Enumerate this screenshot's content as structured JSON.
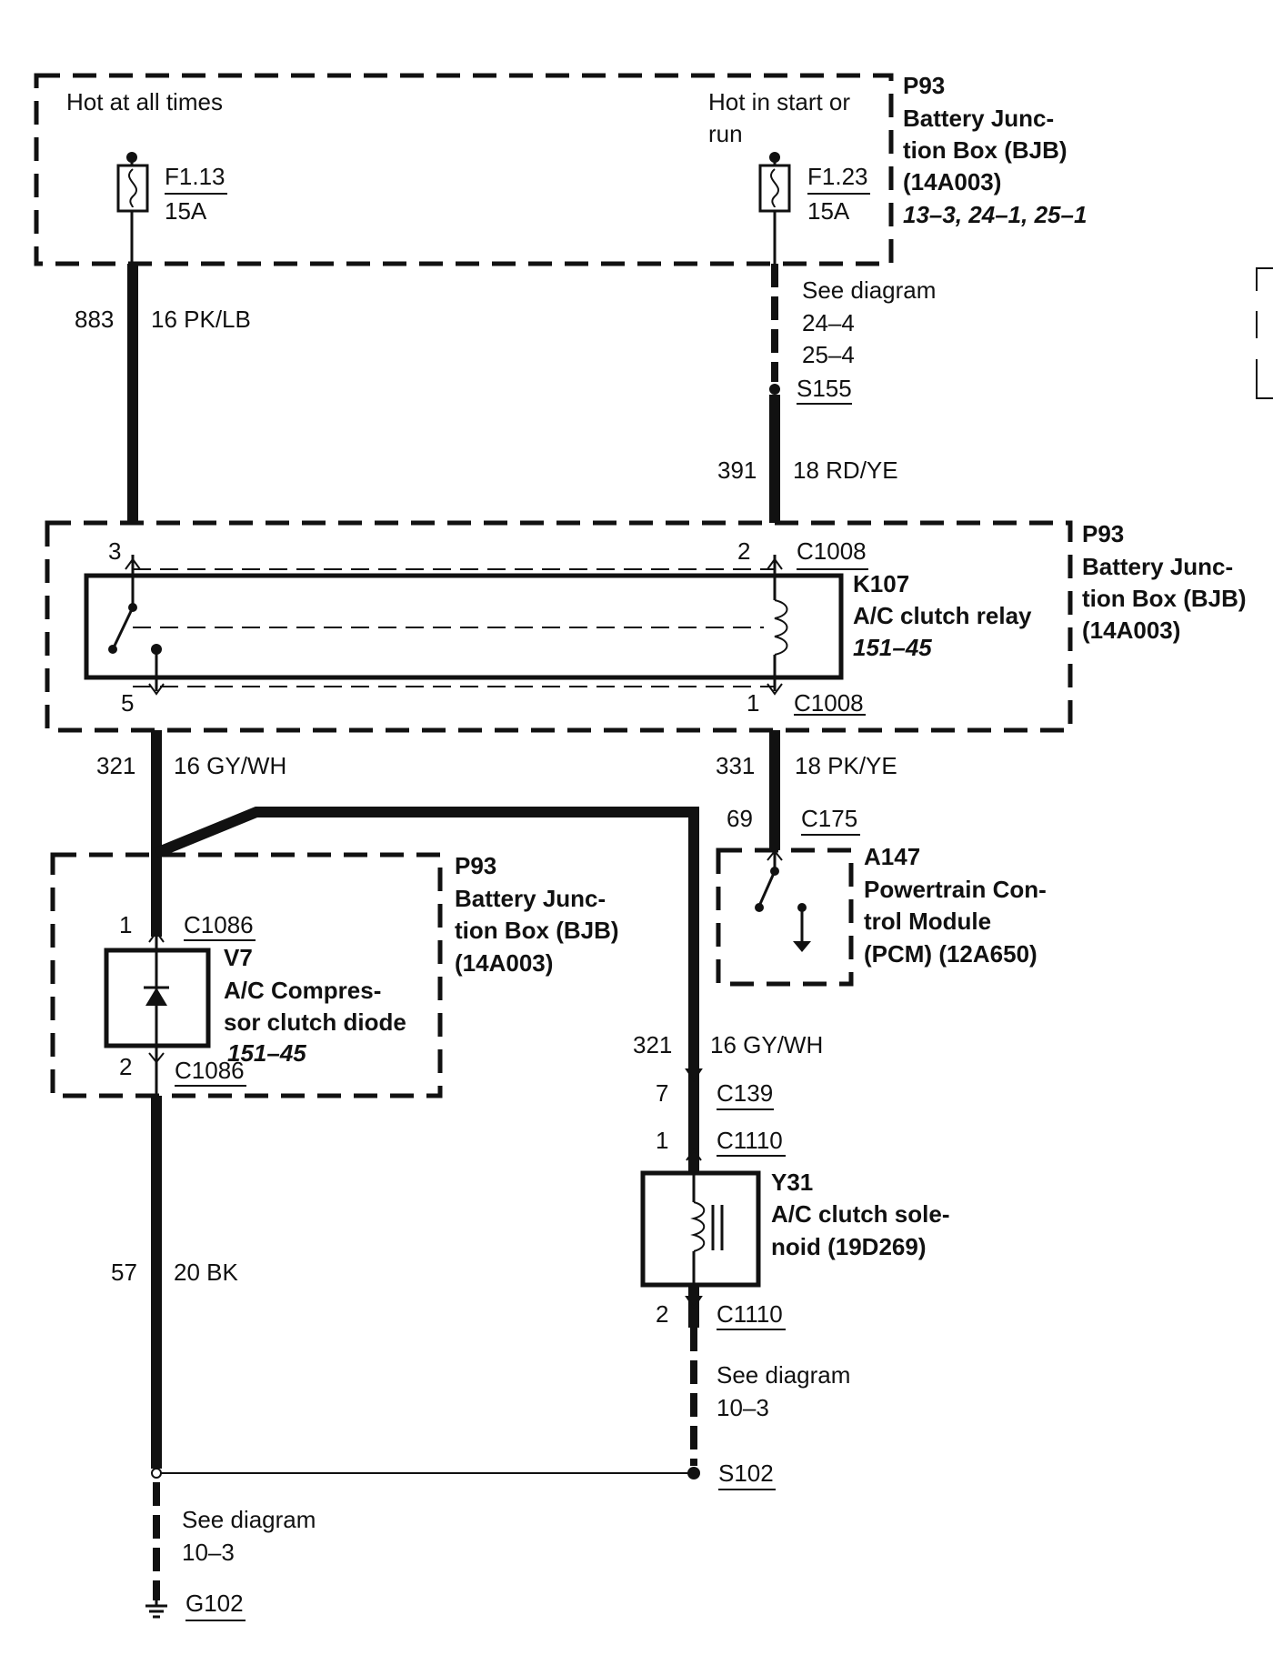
{
  "bjb_top": {
    "id": "P93",
    "name_lines": [
      "Battery Junc-",
      "tion Box (BJB)",
      "(14A003)"
    ],
    "ref": "13–3, 24–1, 25–1",
    "hot_left": "Hot at all times",
    "hot_right_lines": [
      "Hot in start or",
      "run"
    ],
    "fuse_left": {
      "id": "F1.13",
      "rating": "15A"
    },
    "fuse_right": {
      "id": "F1.23",
      "rating": "15A"
    }
  },
  "wires": {
    "w883": {
      "circuit": "883",
      "spec": "16 PK/LB"
    },
    "w391": {
      "circuit": "391",
      "spec": "18 RD/YE"
    },
    "w321a": {
      "circuit": "321",
      "spec": "16 GY/WH"
    },
    "w331": {
      "circuit": "331",
      "spec": "18 PK/YE"
    },
    "w321b": {
      "circuit": "321",
      "spec": "16 GY/WH"
    },
    "w57": {
      "circuit": "57",
      "spec": "20 BK"
    }
  },
  "see_s155": {
    "label": "See diagram",
    "refs": [
      "24–4",
      "25–4"
    ],
    "splice": "S155"
  },
  "bjb_relay": {
    "id": "P93",
    "name_lines": [
      "Battery Junc-",
      "tion Box (BJB)",
      "(14A003)"
    ],
    "pin3": "3",
    "pin2": "2",
    "pin5": "5",
    "pin1": "1",
    "conn_top": "C1008",
    "conn_bottom": "C1008",
    "relay_id": "K107",
    "relay_name": "A/C clutch relay",
    "relay_ref": "151–45"
  },
  "pcm": {
    "pin": "69",
    "conn": "C175",
    "id": "A147",
    "name_lines": [
      "Powertrain Con-",
      "trol Module",
      "(PCM) (12A650)"
    ]
  },
  "bjb_diode": {
    "id": "P93",
    "name_lines": [
      "Battery Junc-",
      "tion Box (BJB)",
      "(14A003)"
    ],
    "pin1": "1",
    "pin2": "2",
    "conn_top": "C1086",
    "conn_bottom": "C1086",
    "diode_id": "V7",
    "diode_name_lines": [
      "A/C Compres-",
      "sor clutch diode"
    ],
    "diode_ref": "151–45"
  },
  "solenoid": {
    "c139_pin": "7",
    "c139": "C139",
    "pin1": "1",
    "pin2": "2",
    "conn_top": "C1110",
    "conn_bottom": "C1110",
    "id": "Y31",
    "name_lines": [
      "A/C clutch sole-",
      "noid (19D269)"
    ]
  },
  "see_s102": {
    "label": "See diagram",
    "ref": "10–3",
    "splice": "S102"
  },
  "see_g102": {
    "label": "See diagram",
    "ref": "10–3",
    "ground": "G102"
  }
}
